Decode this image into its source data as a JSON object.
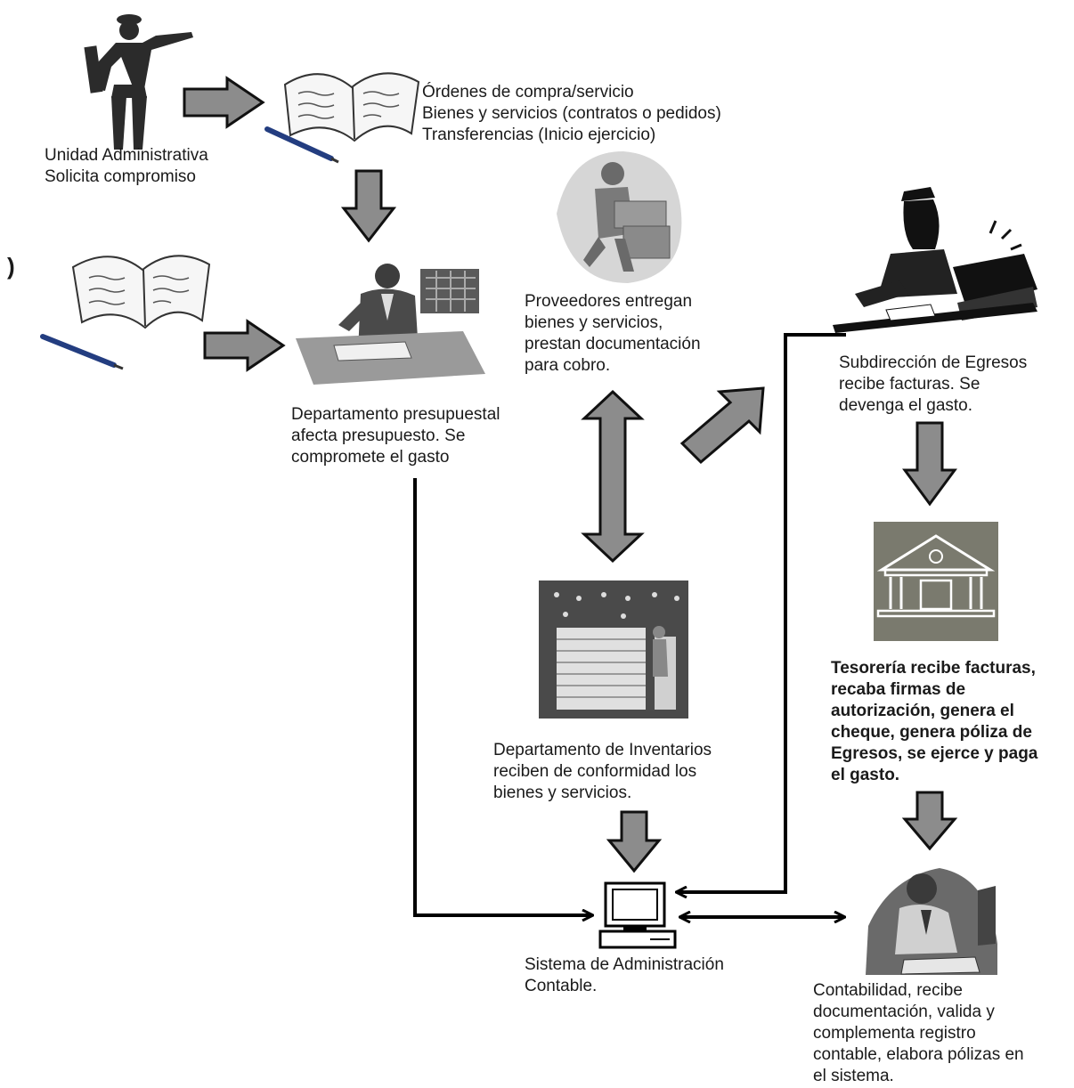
{
  "stray_mark": ")",
  "nodes": {
    "unidad": {
      "lines": [
        "Unidad Administrativa",
        "Solicita compromiso"
      ],
      "icon": "commander-figure-icon"
    },
    "ordenes": {
      "lines": [
        "Órdenes de compra/servicio",
        "Bienes y servicios (contratos o pedidos)",
        "Transferencias (Inicio ejercicio)"
      ],
      "icon": "ledger-book-icon"
    },
    "departamento_presupuestal": {
      "lines": [
        "Departamento presupuestal",
        "afecta presupuesto. Se",
        "compromete el gasto"
      ],
      "icon": "clerk-at-desk-icon"
    },
    "proveedores": {
      "lines": [
        "Proveedores entregan",
        "bienes y servicios,",
        "prestan documentación",
        "para cobro."
      ],
      "icon": "worker-carrying-boxes-icon"
    },
    "subdireccion": {
      "lines": [
        "Subdirección de Egresos",
        "recibe facturas. Se",
        "devenga el gasto."
      ],
      "icon": "woman-at-typewriter-icon"
    },
    "inventarios": {
      "lines": [
        "Departamento de Inventarios",
        "reciben de conformidad los",
        "bienes y servicios."
      ],
      "icon": "warehouse-icon"
    },
    "tesoreria": {
      "lines": [
        "Tesorería recibe facturas,",
        "recaba firmas de",
        "autorización, genera el",
        "cheque, genera póliza de",
        "Egresos, se ejerce y paga",
        "el gasto."
      ],
      "icon": "bank-building-icon"
    },
    "sistema": {
      "lines": [
        "Sistema de Administración",
        "Contable."
      ],
      "icon": "computer-icon"
    },
    "contabilidad": {
      "lines": [
        "Contabilidad, recibe",
        "documentación, valida y",
        "complementa registro",
        "contable, elabora pólizas en",
        "el sistema."
      ],
      "icon": "accountant-at-desk-icon"
    }
  },
  "colors": {
    "arrow_fill": "#8c8c8c",
    "arrow_stroke": "#111111",
    "line": "#000000",
    "icon_gray": "#6e6e6e"
  }
}
